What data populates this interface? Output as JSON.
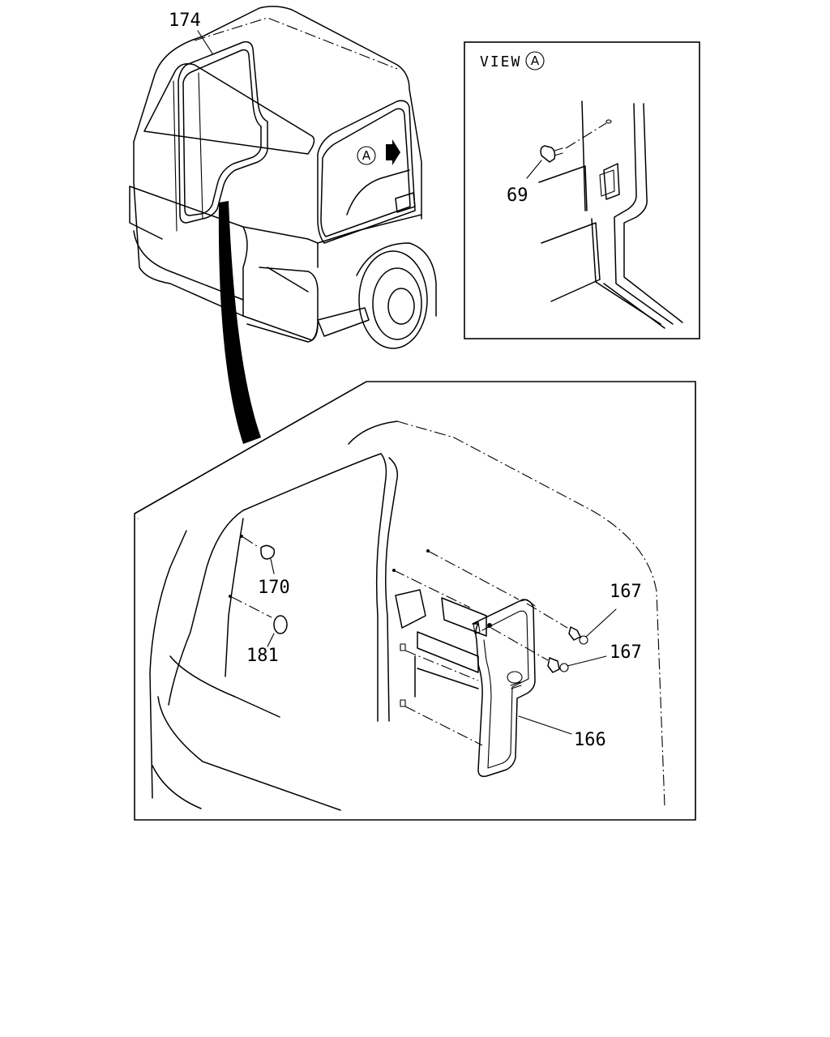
{
  "view_box": {
    "title": "VIEW",
    "marker": "A"
  },
  "truck": {
    "view_marker": "A"
  },
  "callouts": {
    "c174": "174",
    "c69": "69",
    "c170": "170",
    "c181": "181",
    "c167a": "167",
    "c167b": "167",
    "c166": "166"
  }
}
